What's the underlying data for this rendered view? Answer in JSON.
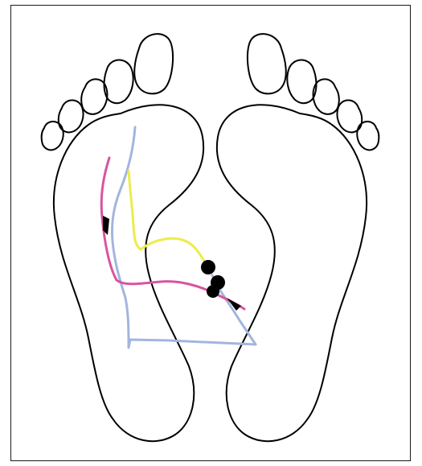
{
  "figure": {
    "description_text": "",
    "traces": [
      {
        "id": "blue",
        "color": "#a3b5dd"
      },
      {
        "id": "magenta",
        "color": "#d9549f"
      },
      {
        "id": "yellow",
        "color": "#ecec4c"
      }
    ],
    "marker_color": "#000000",
    "outline_color": "#000000"
  }
}
